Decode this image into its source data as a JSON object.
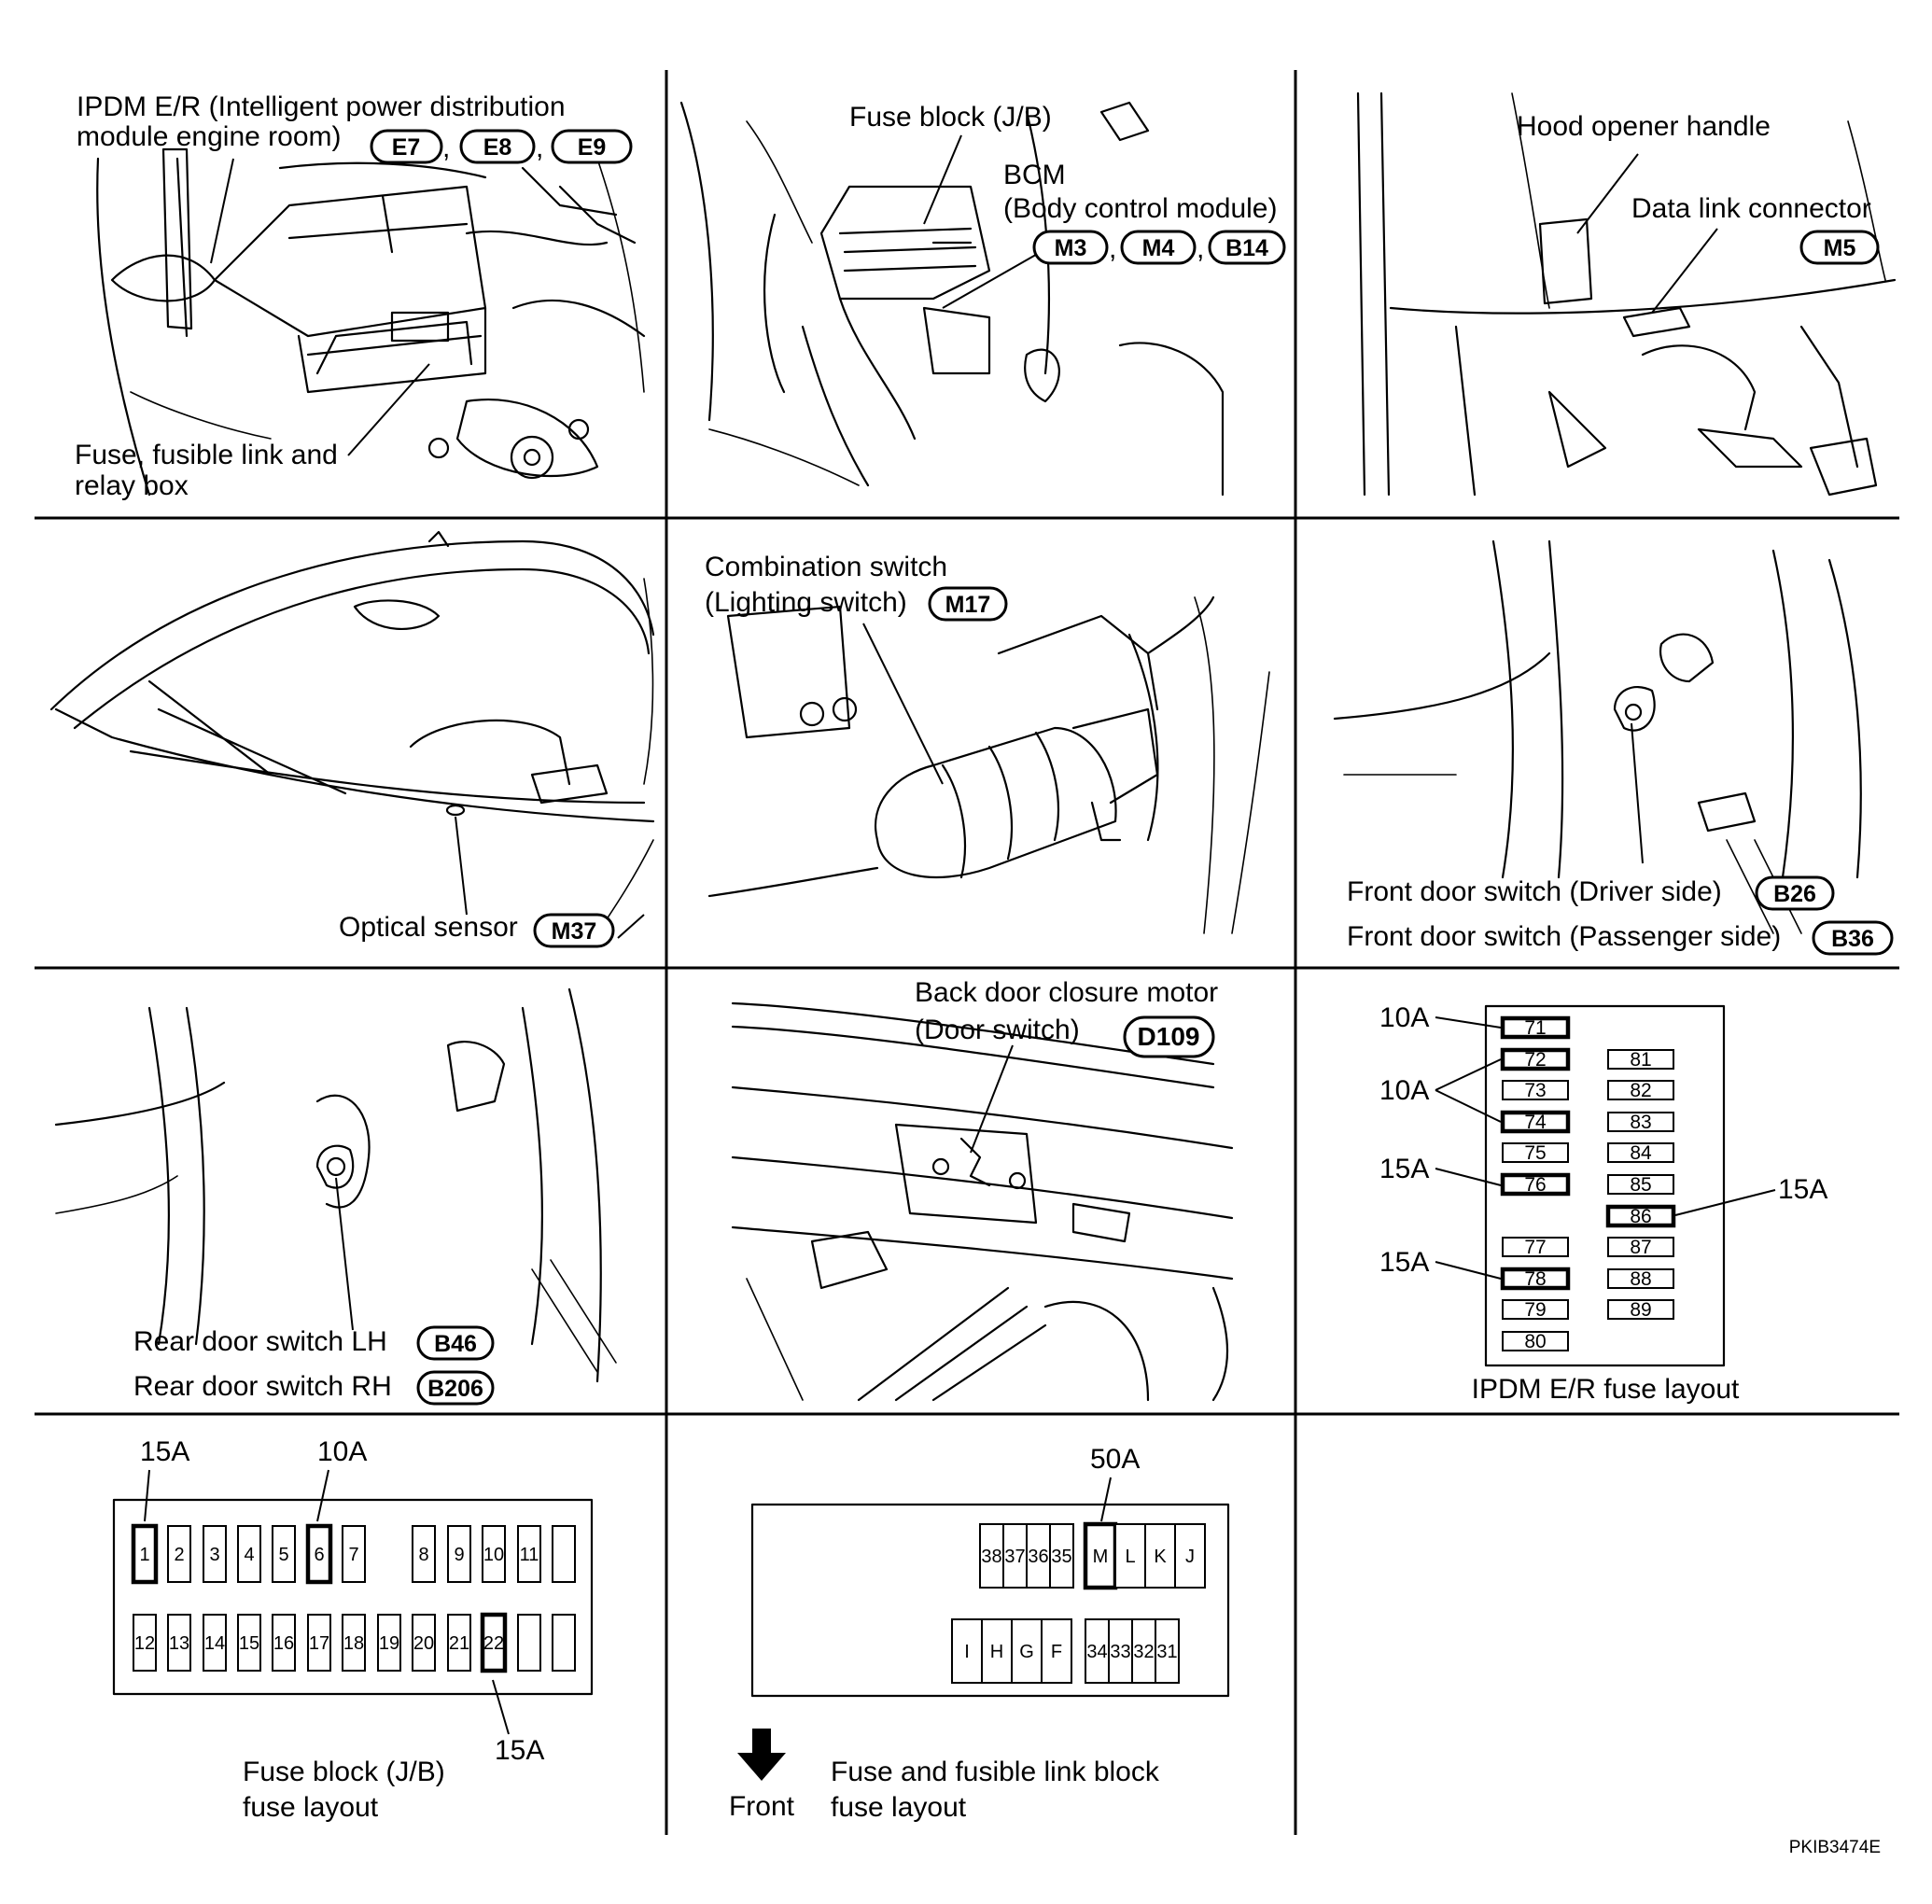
{
  "panels": {
    "ipdm_location": {
      "title_lines": [
        "IPDM E/R (Intelligent power distribution",
        "module engine room)"
      ],
      "connectors": [
        "E7",
        "E8",
        "E9"
      ],
      "separator": ",",
      "fuse_box_lines": [
        "Fuse, fusible link and",
        "relay box"
      ]
    },
    "fuse_block_bcm": {
      "fuse_block": "Fuse block (J/B)",
      "bcm_lines": [
        "BCM",
        "(Body control module)"
      ],
      "connectors": [
        "M3",
        "M4",
        "B14"
      ],
      "separator": ","
    },
    "hood_dlc": {
      "hood_opener": "Hood opener handle",
      "data_link": "Data link connector",
      "connector": "M5"
    },
    "optical_sensor": {
      "label": "Optical sensor",
      "connector": "M37"
    },
    "combination_switch": {
      "lines": [
        "Combination switch",
        "(Lighting switch)"
      ],
      "connector": "M17"
    },
    "front_door_switch": {
      "driver": "Front door switch (Driver side)",
      "driver_connector": "B26",
      "passenger": "Front door switch (Passenger side)",
      "passenger_connector": "B36"
    },
    "rear_door_switch": {
      "lh": "Rear door switch LH",
      "lh_connector": "B46",
      "rh": "Rear door switch RH",
      "rh_connector": "B206"
    },
    "back_door": {
      "lines": [
        "Back door closure motor",
        "(Door switch)"
      ],
      "connector": "D109"
    },
    "ipdm_fuse_layout": {
      "caption": "IPDM E/R fuse layout",
      "left_column": [
        "71",
        "72",
        "73",
        "74",
        "75",
        "76",
        "77",
        "78",
        "79",
        "80"
      ],
      "right_column": [
        "81",
        "82",
        "83",
        "84",
        "85",
        "86",
        "87",
        "88",
        "89"
      ],
      "highlighted": [
        "71",
        "72",
        "74",
        "76",
        "78",
        "86"
      ],
      "ratings": [
        "10A",
        "10A",
        "15A",
        "15A",
        "15A"
      ]
    },
    "jb_fuse_layout": {
      "caption_lines": [
        "Fuse block (J/B)",
        "fuse layout"
      ],
      "top_row": [
        "1",
        "2",
        "3",
        "4",
        "5",
        "6",
        "7",
        "",
        "8",
        "9",
        "10",
        "11",
        ""
      ],
      "bottom_row": [
        "12",
        "13",
        "14",
        "15",
        "16",
        "17",
        "18",
        "19",
        "20",
        "21",
        "22",
        "",
        ""
      ],
      "highlighted": [
        "1",
        "6",
        "22"
      ],
      "ratings": [
        "15A",
        "10A",
        "15A"
      ]
    },
    "fusible_link_layout": {
      "caption_lines": [
        "Fuse and fusible link block",
        "fuse layout"
      ],
      "front_label": "Front",
      "top_small": [
        "38",
        "37",
        "36",
        "35"
      ],
      "top_large": [
        "M",
        "L",
        "K",
        "J"
      ],
      "bottom_large": [
        "I",
        "H",
        "G",
        "F"
      ],
      "bottom_small": [
        "34",
        "33",
        "32",
        "31"
      ],
      "highlighted": [
        "M"
      ],
      "rating": "50A"
    }
  },
  "figure_id": "PKIB3474E"
}
